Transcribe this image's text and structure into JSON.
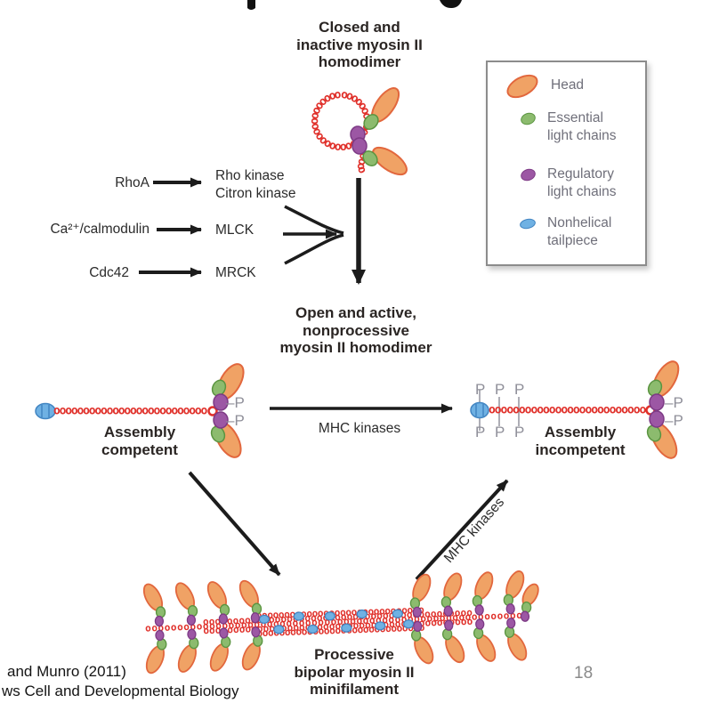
{
  "states": {
    "closed": "Closed and\ninactive myosin II\nhomodimer",
    "open": "Open and active,\nnonprocessive\nmyosin II homodimer",
    "assembly_competent": "Assembly\ncompetent",
    "assembly_incompetent": "Assembly\nincompetent",
    "minifilament": "Processive\nbipolar myosin II\nminifilament"
  },
  "pathways": [
    {
      "input": "RhoA",
      "output": "Rho kinase\nCitron kinase"
    },
    {
      "input": "Ca²⁺/calmodulin",
      "output": "MLCK"
    },
    {
      "input": "Cdc42",
      "output": "MRCK"
    }
  ],
  "arrows": {
    "mhc_kinases_horizontal": "MHC kinases",
    "mhc_kinases_diagonal": "MHC kinases"
  },
  "phosphorylation": {
    "p": "P",
    "dash_p": "–P"
  },
  "legend": {
    "items": [
      {
        "label": "Head",
        "color": "#f0a265"
      },
      {
        "label": "Essential\nlight chains",
        "color": "#8cbb6e"
      },
      {
        "label": "Regulatory\nlight chains",
        "color": "#9c57a4"
      },
      {
        "label": "Nonhelical\ntailpiece",
        "color": "#6fb1e3"
      }
    ]
  },
  "footer": {
    "citation_line1": "and Munro (2011)",
    "citation_line2": "ws Cell and Developmental Biology",
    "page_number": "18"
  },
  "colors": {
    "coil_red": "#e0312b",
    "head_orange": "#f0a265",
    "head_border": "#e2673d",
    "elc_green": "#8cbb6e",
    "elc_border": "#5a9440",
    "rlc_purple": "#9c57a4",
    "rlc_border": "#7d3a85",
    "tailpiece_blue": "#6fb1e3",
    "tailpiece_border": "#4285c2",
    "arrow_black": "#1c1c1c",
    "phosphate_gray": "#8f8f99"
  },
  "coil_textures": {
    "loop": "oooooooooooooooooooooooooooooo",
    "stub": "ooooo",
    "rod": "oooooooooooooooooooooooooo",
    "braid_long": "oooooooooooooooooooooooooooooooooooooooooooooooooooooooooooo",
    "braid_mid": "ooooooooooooooooooooooooooooooooooooooooooooo",
    "braid_short": "oooooooooooooooooooooooooooooo"
  }
}
